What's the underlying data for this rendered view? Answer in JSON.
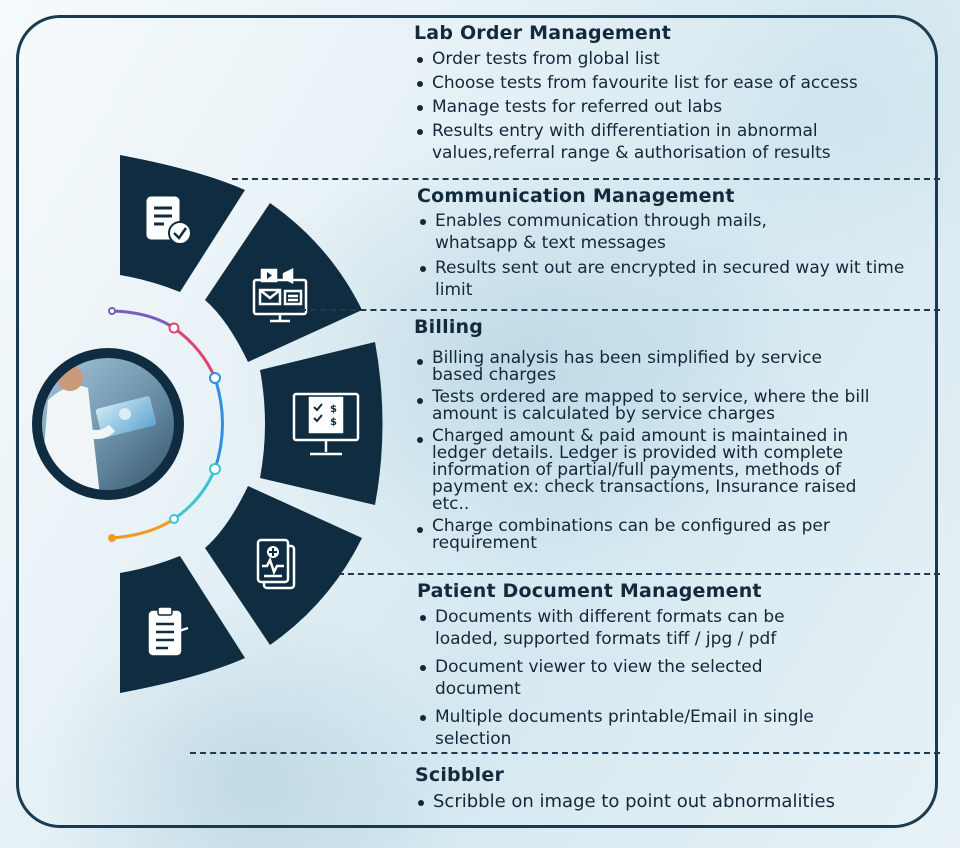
{
  "sections": {
    "lab_order": {
      "title": "Lab Order Management",
      "items": [
        "Order tests from global list",
        "Choose tests from favourite list for ease of access",
        "Manage tests for referred out labs",
        "Results entry with differentiation in abnormal values,referral range & authorisation of results"
      ]
    },
    "communication": {
      "title": "Communication Management",
      "items": [
        "Enables communication  through mails, whatsapp & text messages",
        "Results sent out are encrypted in secured way wit time limit"
      ]
    },
    "billing": {
      "title": "Billing",
      "items": [
        "Billing analysis has been simplified by service based charges",
        "Tests ordered are mapped to service, where the bill amount is calculated by service charges",
        "Charged amount & paid amount is maintained in ledger details. Ledger is provided with complete information of partial/full payments, methods of payment ex: check transactions, Insurance raised etc..",
        "Charge combinations can be configured as per requirement"
      ]
    },
    "patient_docs": {
      "title": "Patient Document Management",
      "items": [
        "Documents with different formats can be loaded, supported formats tiff / jpg / pdf",
        "Document viewer to view the selected document",
        "Multiple documents printable/Email in single selection"
      ]
    },
    "scibbler": {
      "title": "Scibbler",
      "items": [
        "Scribble on image to point out abnormalities"
      ]
    }
  },
  "icons": {
    "segment_1": "document-check-icon",
    "segment_2": "monitor-media-icon",
    "segment_3": "billing-monitor-icon",
    "segment_4": "medical-report-icon",
    "segment_5": "clipboard-icon"
  },
  "colors": {
    "dark_navy": "#0f2c40",
    "frame": "#1b3a4f",
    "arc_purple": "#7a5bbf",
    "arc_pink": "#e0446f",
    "arc_blue": "#2f8fe0",
    "arc_cyan": "#3cc3d6",
    "arc_orange": "#f39a1e"
  }
}
